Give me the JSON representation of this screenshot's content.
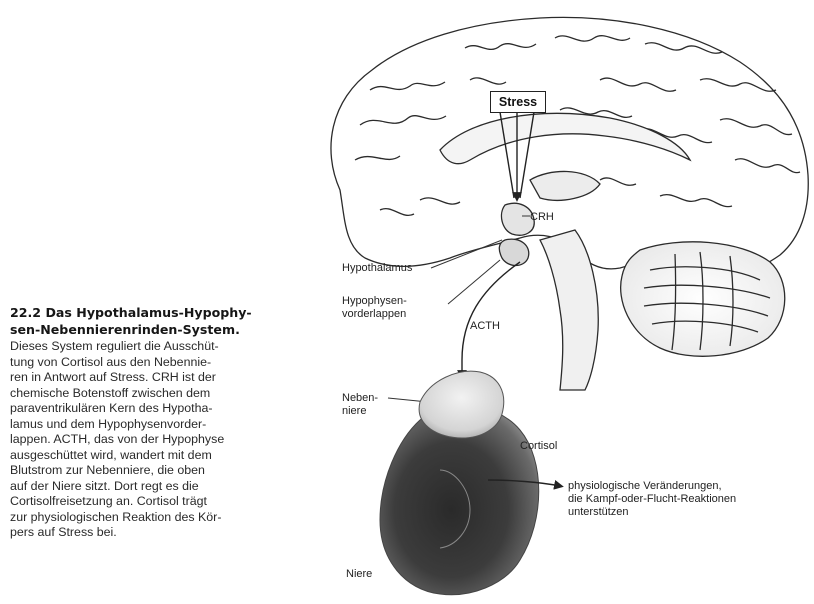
{
  "caption": {
    "title_lines": [
      "22.2 Das Hypothalamus-Hypophy-",
      "sen-Nebennierenrinden-System."
    ],
    "body_lines": [
      "Dieses System reguliert die Ausschüt-",
      "tung von Cortisol aus den Nebennie-",
      "ren in Antwort auf Stress. CRH ist der",
      "chemische Botenstoff zwischen dem",
      "paraventrikulären Kern des Hypotha-",
      "lamus und dem Hypophysenvorder-",
      "lappen. ACTH, das von der Hypophyse",
      "ausgeschüttet wird, wandert mit dem",
      "Blutstrom zur Nebenniere, die oben",
      "auf der Niere sitzt. Dort regt es die",
      "Cortisolfreisetzung an. Cortisol trägt",
      "zur physiologischen Reaktion des Kör-",
      "pers auf Stress bei."
    ]
  },
  "figure": {
    "stress": "Stress",
    "crh": "CRH",
    "hypothalamus": "Hypothalamus",
    "hypophysen": [
      "Hypophysen-",
      "vorderlappen"
    ],
    "acth": "ACTH",
    "nebenniere": [
      "Neben-",
      "niere"
    ],
    "cortisol": "Cortisol",
    "effects": [
      "physiologische Veränderungen,",
      "die Kampf-oder-Flucht-Reaktionen",
      "unterstützen"
    ],
    "niere": "Niere"
  }
}
